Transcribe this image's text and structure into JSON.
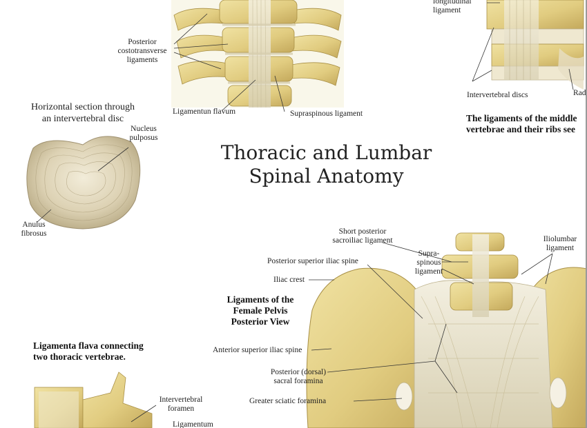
{
  "title": {
    "line1": "Thoracic and Lumbar",
    "line2": "Spinal Anatomy"
  },
  "disc_section": {
    "heading_line1": "Horizontal section through",
    "heading_line2": "an intervertebral disc",
    "nucleus_line1": "Nucleus",
    "nucleus_line2": "pulposus",
    "anulus_line1": "Anulus",
    "anulus_line2": "fibrosus"
  },
  "top_vertebrae": {
    "posterior_line1": "Posterior",
    "posterior_line2": "costotransverse",
    "posterior_line3": "ligaments",
    "flavum": "Ligamentun flavum",
    "supraspinous": "Supraspinous ligament"
  },
  "top_right": {
    "longitudinal_line1": "longitudinal",
    "longitudinal_line2": "ligament",
    "discs": "Intervertebral discs",
    "rad": "Rad",
    "caption_line1": "The ligaments of the middle",
    "caption_line2": "vertebrae and their ribs see"
  },
  "pelvis": {
    "heading_line1": "Ligaments of the",
    "heading_line2": "Female Pelvis",
    "heading_line3": "Posterior View",
    "short_line1": "Short posterior",
    "short_line2": "sacroiliac ligament",
    "supra_line1": "Supra-",
    "supra_line2": "spinous",
    "supra_line3": "ligament",
    "iliolumbar_line1": "Iliolumbar",
    "iliolumbar_line2": "ligament",
    "psis": "Posterior superior iliac spine",
    "crest": "Iliac crest",
    "asis": "Anterior superior iliac spine",
    "dorsal_line1": "Posterior (dorsal)",
    "dorsal_line2": "sacral foramina",
    "sciatic": "Greater sciatic foramina"
  },
  "flava_section": {
    "caption_line1": "Ligamenta flava connecting",
    "caption_line2": "two thoracic vertebrae.",
    "foramen_line1": "Intervertebral",
    "foramen_line2": "foramen",
    "ligamentum": "Ligamentum"
  },
  "colors": {
    "bone": "#e6d48e",
    "bone_shadow": "#c9b063",
    "ligament": "#ece6cf",
    "disc": "#d9cfb3",
    "ink": "#222222"
  }
}
